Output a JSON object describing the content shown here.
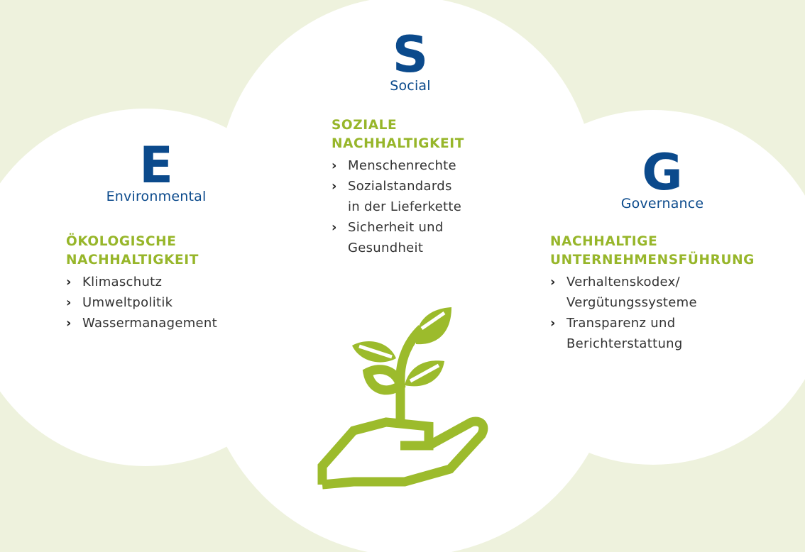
{
  "environmental": {
    "letter": "E",
    "word": "Environmental",
    "heading": [
      "ÖKOLOGISCHE",
      "NACHHALTIGKEIT"
    ],
    "items": [
      [
        "Klimaschutz"
      ],
      [
        "Umweltpolitik"
      ],
      [
        "Wassermanagement"
      ]
    ]
  },
  "social": {
    "letter": "S",
    "word": "Social",
    "heading": [
      "SOZIALE",
      "NACHHALTIGKEIT"
    ],
    "items": [
      [
        "Menschenrechte"
      ],
      [
        "Sozialstandards",
        "in der Lieferkette"
      ],
      [
        "Sicherheit und",
        "Gesundheit"
      ]
    ]
  },
  "governance": {
    "letter": "G",
    "word": "Governance",
    "heading": [
      "NACHHALTIGE",
      "UNTERNEHMENSFÜHRUNG"
    ],
    "items": [
      [
        "Verhaltenskodex/",
        "Vergütungssysteme"
      ],
      [
        "Transparenz und",
        "Berichterstattung"
      ]
    ]
  },
  "bullet_glyph": "›",
  "icon": "hand-with-plant-icon",
  "colors": {
    "background": "#eef2dd",
    "circle": "#ffffff",
    "letter_blue": "#0b4a8c",
    "heading_green": "#97b62a",
    "icon_green": "#9cbb2c",
    "text": "#333333"
  }
}
